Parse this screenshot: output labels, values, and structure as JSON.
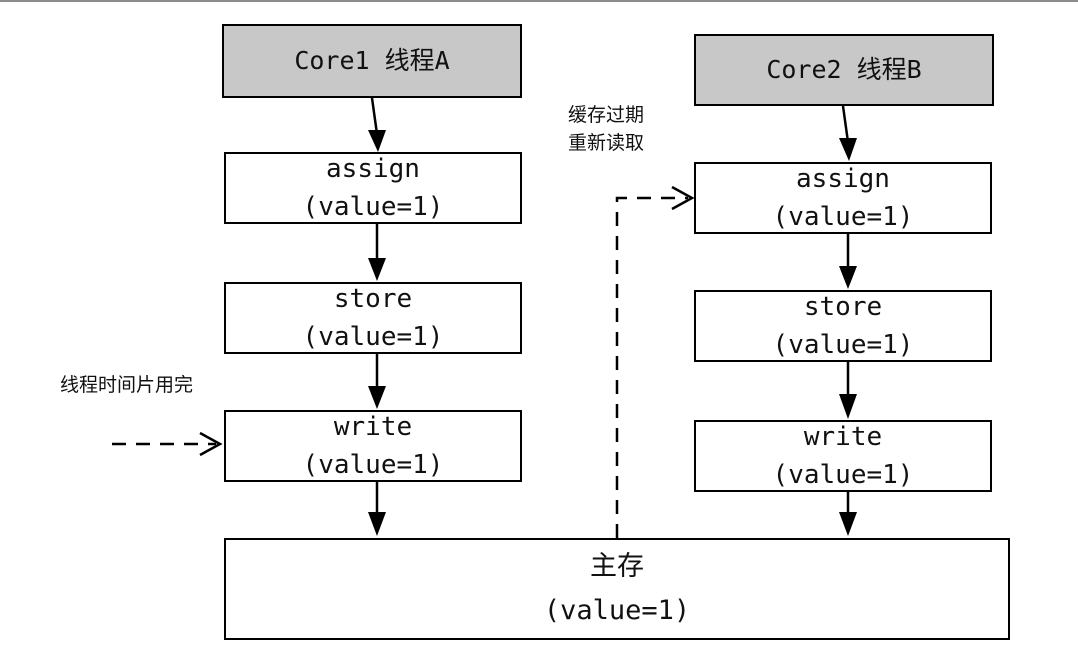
{
  "colors": {
    "header_fill": "#c8c8c8",
    "stroke": "#000000"
  },
  "left": {
    "header": "Core1 线程A",
    "assign": {
      "op": "assign",
      "val": "(value=1)"
    },
    "store": {
      "op": "store",
      "val": "(value=1)"
    },
    "write": {
      "op": "write",
      "val": "(value=1)"
    }
  },
  "right": {
    "header": "Core2 线程B",
    "assign": {
      "op": "assign",
      "val": "(value=1)"
    },
    "store": {
      "op": "store",
      "val": "(value=1)"
    },
    "write": {
      "op": "write",
      "val": "(value=1)"
    }
  },
  "memory": {
    "title": "主存",
    "val": "(value=1)"
  },
  "annotations": {
    "time_slice": "线程时间片用完",
    "cache_expired_line1": "缓存过期",
    "cache_expired_line2": "重新读取"
  }
}
